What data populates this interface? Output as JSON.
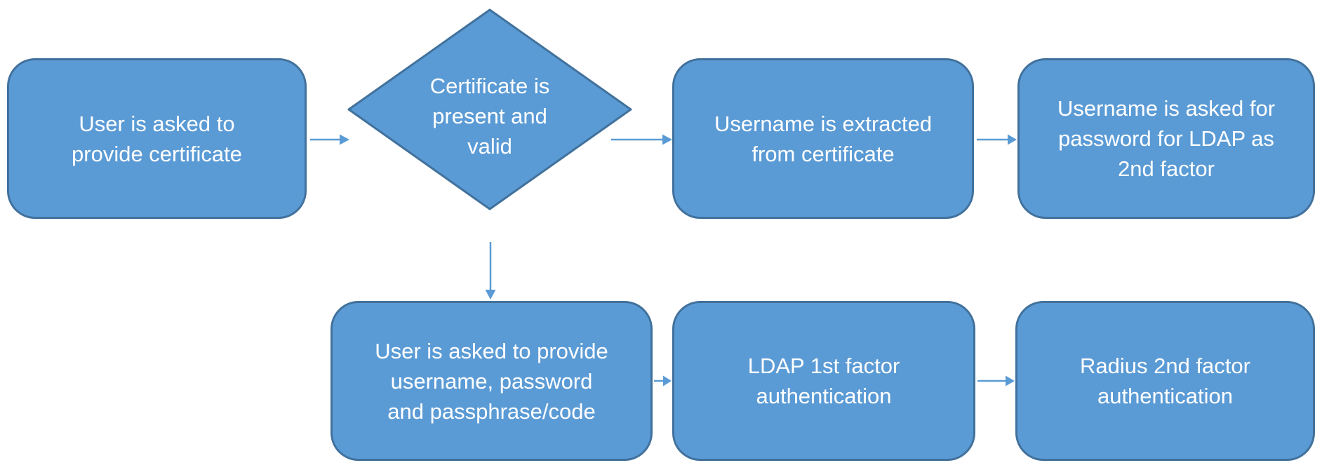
{
  "diagram": {
    "type": "flowchart",
    "colors": {
      "node_fill": "#5b9bd5",
      "node_border": "#41719c",
      "arrow_color": "#5b9bd5",
      "text_color": "#ffffff",
      "background": "#ffffff"
    },
    "nodes": [
      {
        "id": "ask-certificate",
        "shape": "rounded-rectangle",
        "lines": [
          "User is asked to",
          "provide certificate"
        ]
      },
      {
        "id": "certificate-valid-decision",
        "shape": "diamond",
        "lines": [
          "Certificate is",
          "present and",
          "valid"
        ]
      },
      {
        "id": "username-extracted",
        "shape": "rounded-rectangle",
        "lines": [
          "Username is extracted",
          "from certificate"
        ]
      },
      {
        "id": "ask-ldap-password",
        "shape": "rounded-rectangle",
        "lines": [
          "Username is asked for",
          "password for LDAP as",
          "2nd factor"
        ]
      },
      {
        "id": "ask-credentials",
        "shape": "rounded-rectangle",
        "lines": [
          "User is asked to provide",
          "username, password",
          "and passphrase/code"
        ]
      },
      {
        "id": "ldap-first-factor",
        "shape": "rounded-rectangle",
        "lines": [
          "LDAP 1st factor",
          "authentication"
        ]
      },
      {
        "id": "radius-second-factor",
        "shape": "rounded-rectangle",
        "lines": [
          "Radius 2nd factor",
          "authentication"
        ]
      }
    ],
    "edges": [
      {
        "from": "ask-certificate",
        "to": "certificate-valid-decision"
      },
      {
        "from": "certificate-valid-decision",
        "to": "username-extracted"
      },
      {
        "from": "username-extracted",
        "to": "ask-ldap-password"
      },
      {
        "from": "certificate-valid-decision",
        "to": "ask-credentials"
      },
      {
        "from": "ask-credentials",
        "to": "ldap-first-factor"
      },
      {
        "from": "ldap-first-factor",
        "to": "radius-second-factor"
      }
    ]
  }
}
